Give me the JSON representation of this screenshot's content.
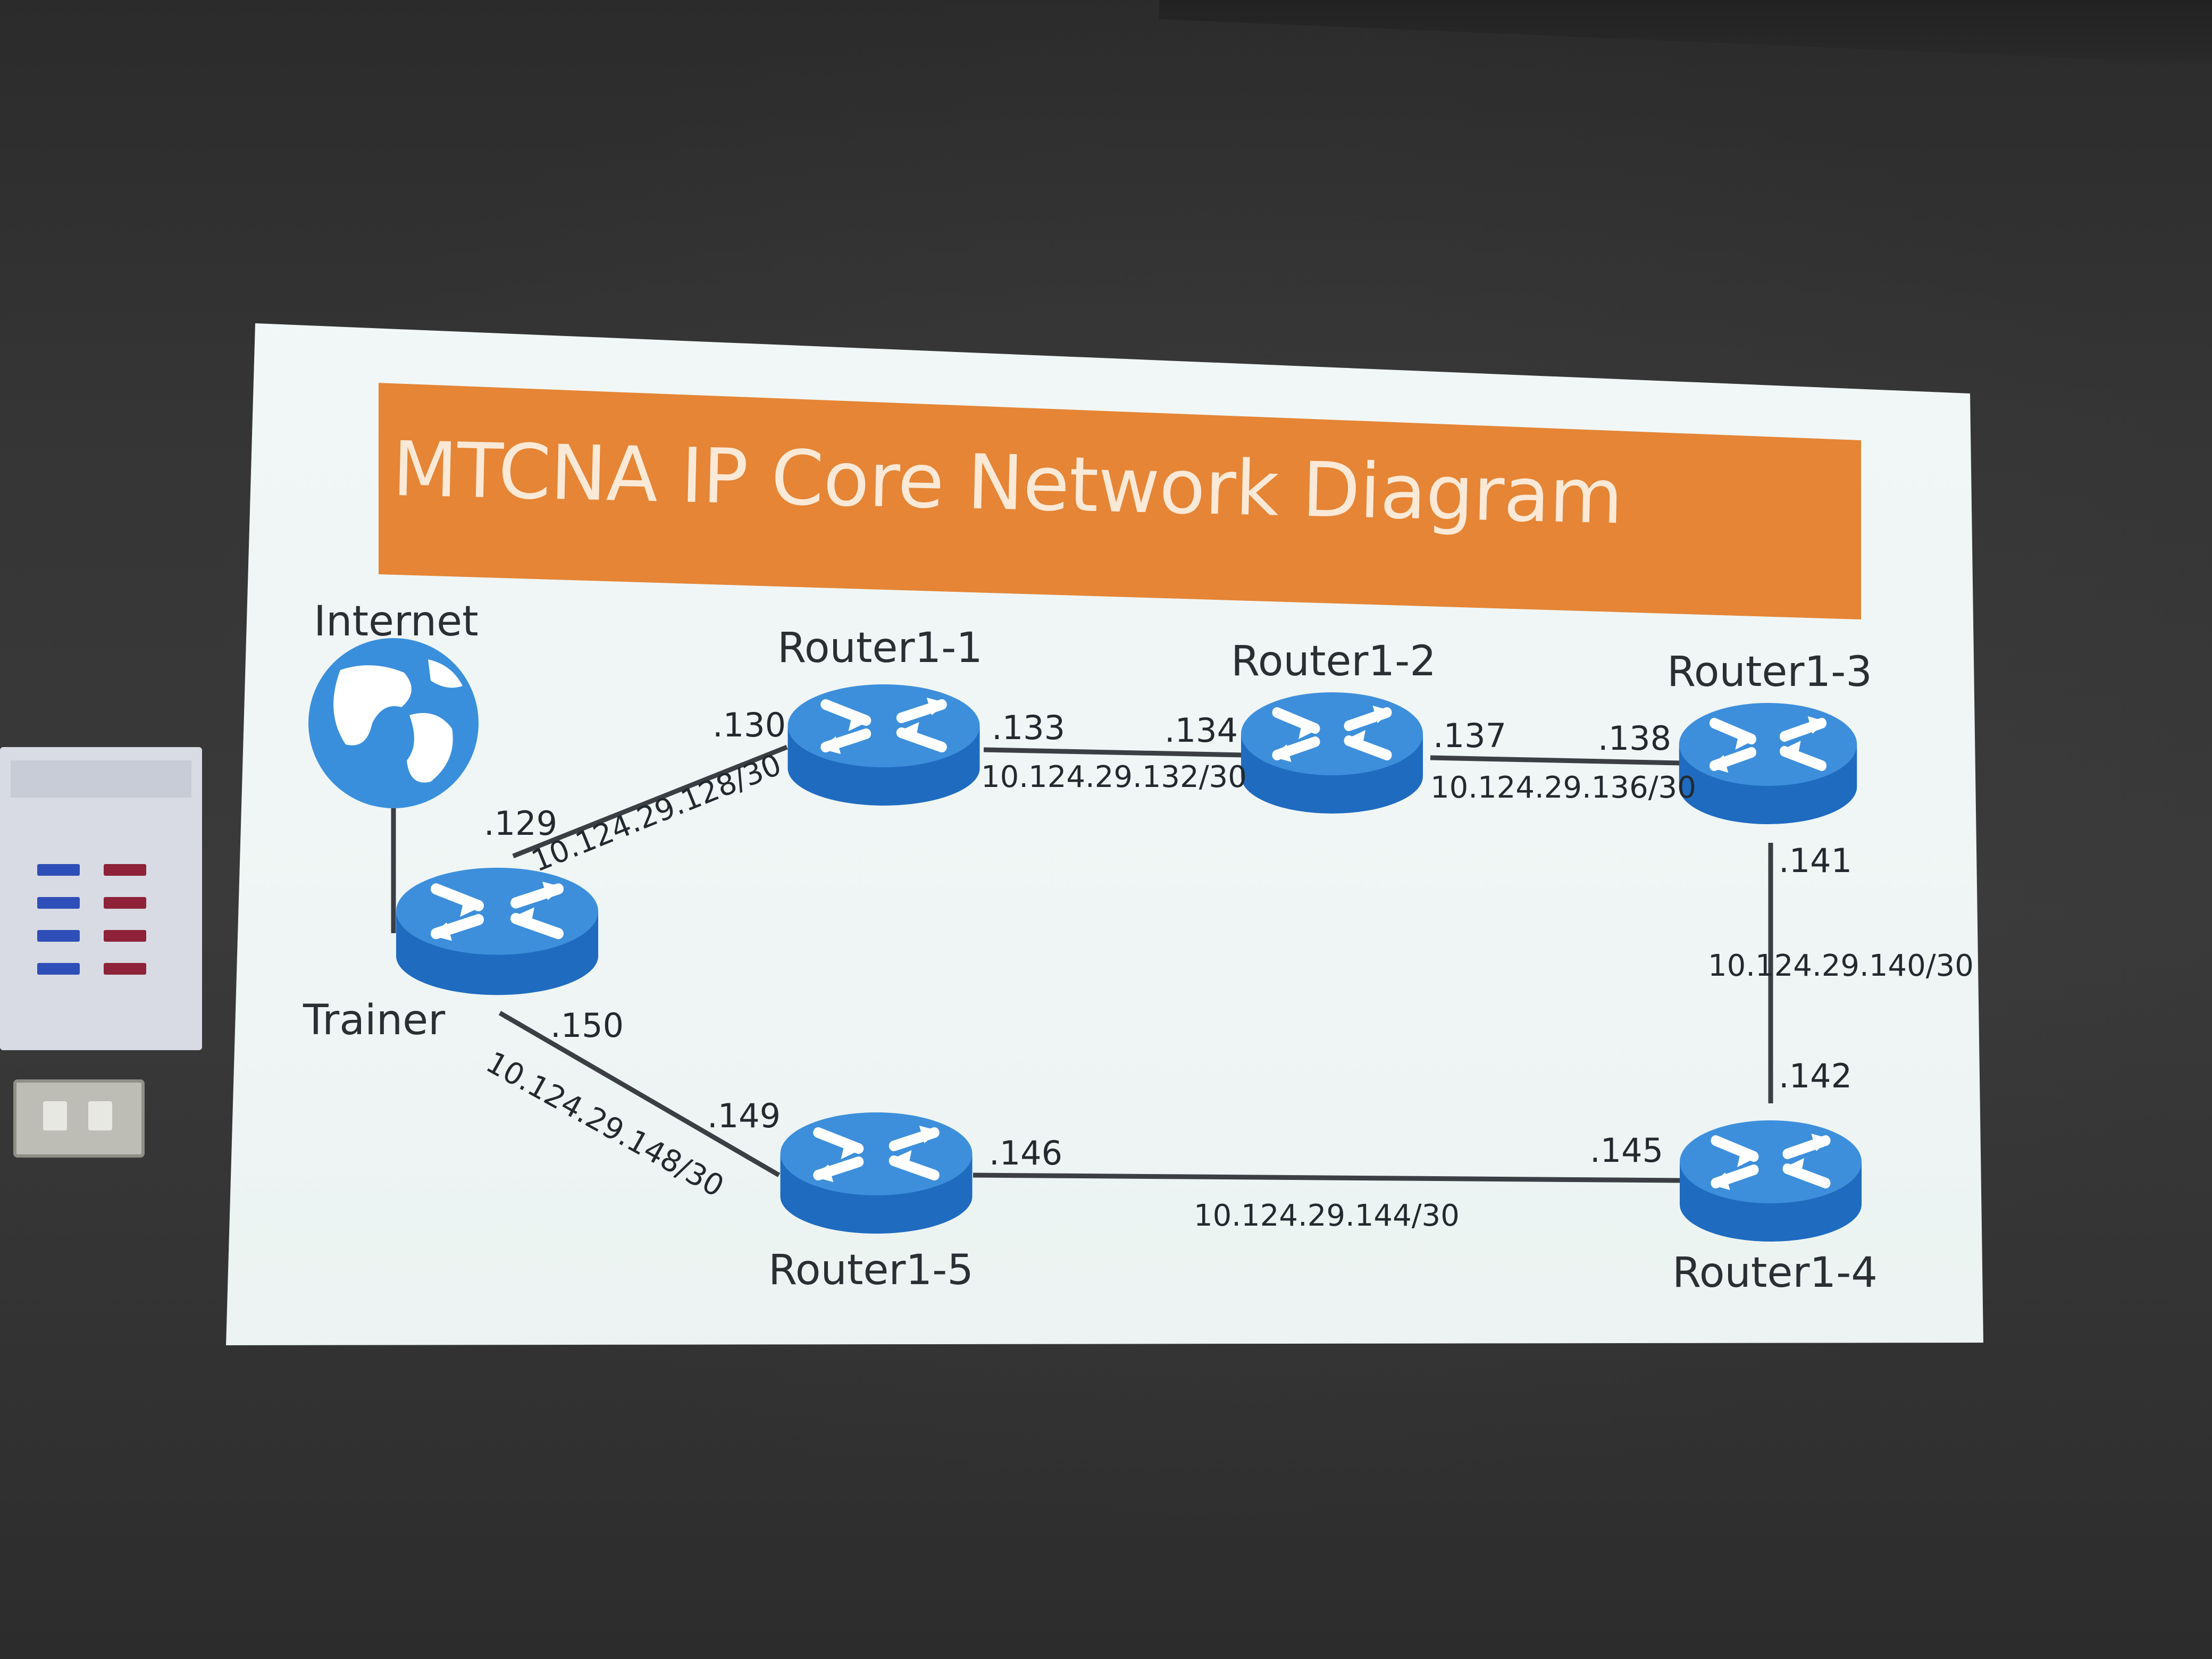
{
  "slide": {
    "title": "MTCNA IP Core Network Diagram"
  },
  "nodes": {
    "internet": "Internet",
    "trainer": "Trainer",
    "router1_1": "Router1-1",
    "router1_2": "Router1-2",
    "router1_3": "Router1-3",
    "router1_4": "Router1-4",
    "router1_5": "Router1-5"
  },
  "links": {
    "trainer_r1": {
      "network": "10.124.29.128/30",
      "ip_a": ".129",
      "ip_b": ".130"
    },
    "r1_r2": {
      "network": "10.124.29.132/30",
      "ip_a": ".133",
      "ip_b": ".134"
    },
    "r2_r3": {
      "network": "10.124.29.136/30",
      "ip_a": ".137",
      "ip_b": ".138"
    },
    "r3_r4": {
      "network": "10.124.29.140/30",
      "ip_a": ".141",
      "ip_b": ".142"
    },
    "r4_r5": {
      "network": "10.124.29.144/30",
      "ip_a": ".145",
      "ip_b": ".146"
    },
    "r5_trainer": {
      "network": "10.124.29.148/30",
      "ip_a": ".149",
      "ip_b": ".150"
    }
  },
  "colors": {
    "title_bar": "#e58535",
    "router_top": "#3d8fdc",
    "router_side": "#1f6bc0",
    "globe": "#3a8fdc"
  },
  "icons": {
    "internet": "globe-icon",
    "router": "router-icon"
  }
}
